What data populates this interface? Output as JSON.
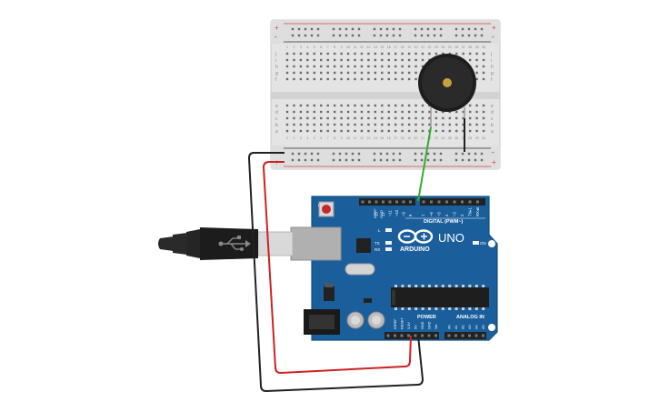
{
  "board": {
    "brand": "ARDUINO",
    "model": "UNO",
    "digital_label": "DIGITAL (PWM~)",
    "power_label": "POWER",
    "analog_label": "ANALOG IN",
    "on_label": "ON",
    "led_l": "L",
    "led_tx": "TX",
    "led_rx": "RX",
    "aref": "AREF",
    "gnd": "GND",
    "digital_pins": [
      "13",
      "12",
      "~11",
      "~10",
      "~9",
      "8",
      "7",
      "~6",
      "~5",
      "4",
      "~3",
      "2",
      "TX▸1",
      "RX◂0"
    ],
    "power_pins": [
      "IOREF",
      "RESET",
      "3.3V",
      "5V",
      "GND",
      "GND",
      "Vin"
    ],
    "analog_pins": [
      "A0",
      "A1",
      "A2",
      "A3",
      "A4",
      "A5"
    ]
  },
  "breadboard": {
    "row_letters_top": [
      "j",
      "i",
      "h",
      "g",
      "f"
    ],
    "row_letters_bottom": [
      "e",
      "d",
      "c",
      "b",
      "a"
    ],
    "column_numbers": [
      "1",
      "2",
      "3",
      "4",
      "5",
      "6",
      "7",
      "8",
      "9",
      "10",
      "11",
      "12",
      "13",
      "14",
      "15",
      "16",
      "17",
      "18",
      "19",
      "20",
      "21",
      "22",
      "23",
      "24",
      "25",
      "26",
      "27",
      "28",
      "29",
      "30"
    ],
    "rail_plus": "+",
    "rail_minus": "-"
  },
  "colors": {
    "board_blue": "#1a5f9c",
    "wire_red": "#cc2222",
    "wire_black": "#222222",
    "wire_green": "#33aa33",
    "breadboard": "#e4e4e4"
  },
  "components": [
    "buzzer",
    "usb-cable",
    "arduino-uno",
    "breadboard"
  ]
}
